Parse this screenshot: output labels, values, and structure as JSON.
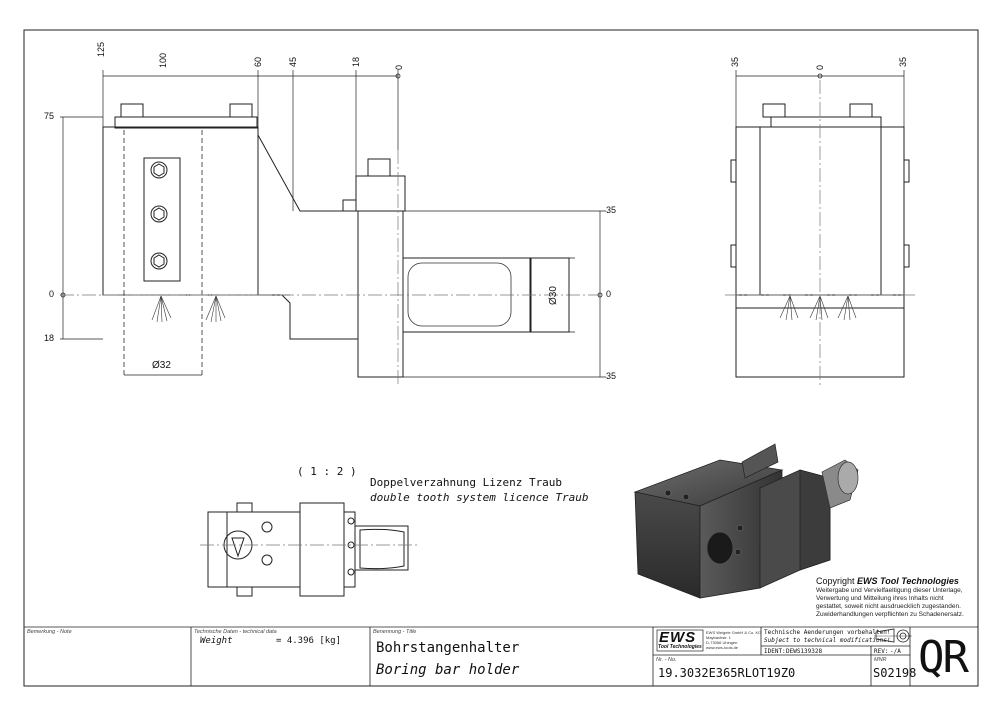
{
  "drawing": {
    "front_view_dims_top": [
      "125",
      "100",
      "60",
      "45",
      "18",
      "0"
    ],
    "left_dims": [
      "75",
      "0",
      "18"
    ],
    "right_dims": [
      "35",
      "0",
      "35"
    ],
    "side_view_dims_top": [
      "35",
      "0",
      "35"
    ],
    "dia_small": "Ø32",
    "dia_shaft": "Ø30",
    "scale_label": "( 1 : 2 )",
    "note_de": "Doppelverzahnung Lizenz Traub",
    "note_en": "double tooth system licence Traub",
    "copyright_title_prefix": "Copyright ",
    "copyright_title_brand": "EWS Tool Technologies",
    "copyright_lines": [
      "Weitergabe und Vervielfaeltigung dieser Unterlage,",
      "Verwertung und Mitteilung ihres Inhalts nicht",
      "gestattet, soweit nicht ausdruecklich zugestanden.",
      "Zuwiderhandlungen verpflichten zu Schadenersatz."
    ]
  },
  "title_block": {
    "remark_label": "Bemerkung - Note",
    "tech_label": "Technische Daten - technical data",
    "weight_label": "Weight",
    "weight_value": "=  4.396 [kg]",
    "title_label": "Benennung - Title",
    "title_de": "Bohrstangenhalter",
    "title_en": "Boring bar holder",
    "logo_text": "EWS",
    "logo_sub": "Tool Technologies",
    "company_lines": [
      "EWS Weigele GmbH & Co. KG",
      "Maybachstr. 1",
      "D-73066 Uhingen",
      "www.ews-tools.de"
    ],
    "change_de": "Technische Aenderungen vorbehalten!",
    "change_en": "Subject to technical modifications!",
    "ident_label": "IDENT:",
    "ident_value": "DEWS139328",
    "rev_label": "REV:",
    "rev_value": "-/A",
    "nr_label": "Nr. - No.",
    "nr_value": "19.3032E365RLOT19Z0",
    "mnr_label": "MNR",
    "mnr_value": "S02198",
    "qr_text": "QR"
  }
}
